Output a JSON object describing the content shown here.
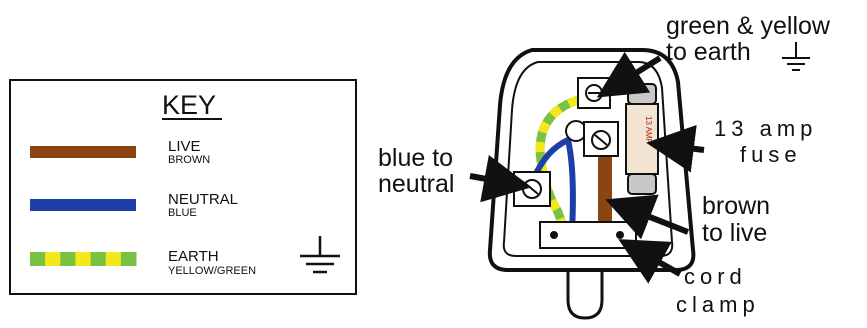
{
  "key": {
    "title": "KEY",
    "items": [
      {
        "label": "LIVE",
        "sublabel": "BROWN",
        "color": "#8b4513"
      },
      {
        "label": "NEUTRAL",
        "sublabel": "BLUE",
        "color": "#1f3fa8"
      },
      {
        "label": "EARTH",
        "sublabel": "YELLOW/GREEN",
        "color": "#7ac143",
        "stripe_color": "#f4e81c"
      }
    ],
    "earth_symbol": "earth-ground-symbol"
  },
  "callouts": {
    "earth_line1": "green & yellow",
    "earth_line2": "to earth",
    "fuse_line1": "13 amp",
    "fuse_line2": "fuse",
    "neutral_line1": "blue to",
    "neutral_line2": "neutral",
    "live_line1": "brown",
    "live_line2": "to live",
    "clamp_line1": "cord",
    "clamp_line2": "clamp"
  },
  "fuse": {
    "label": "13 AMP",
    "body_color": "#f3e3d3",
    "cap_color": "#c8c8c8"
  },
  "colors": {
    "live": "#8b4513",
    "neutral": "#1f3fa8",
    "earth_green": "#7ac143",
    "earth_yellow": "#f4e81c",
    "outline": "#111111",
    "arrow": "#111111"
  }
}
